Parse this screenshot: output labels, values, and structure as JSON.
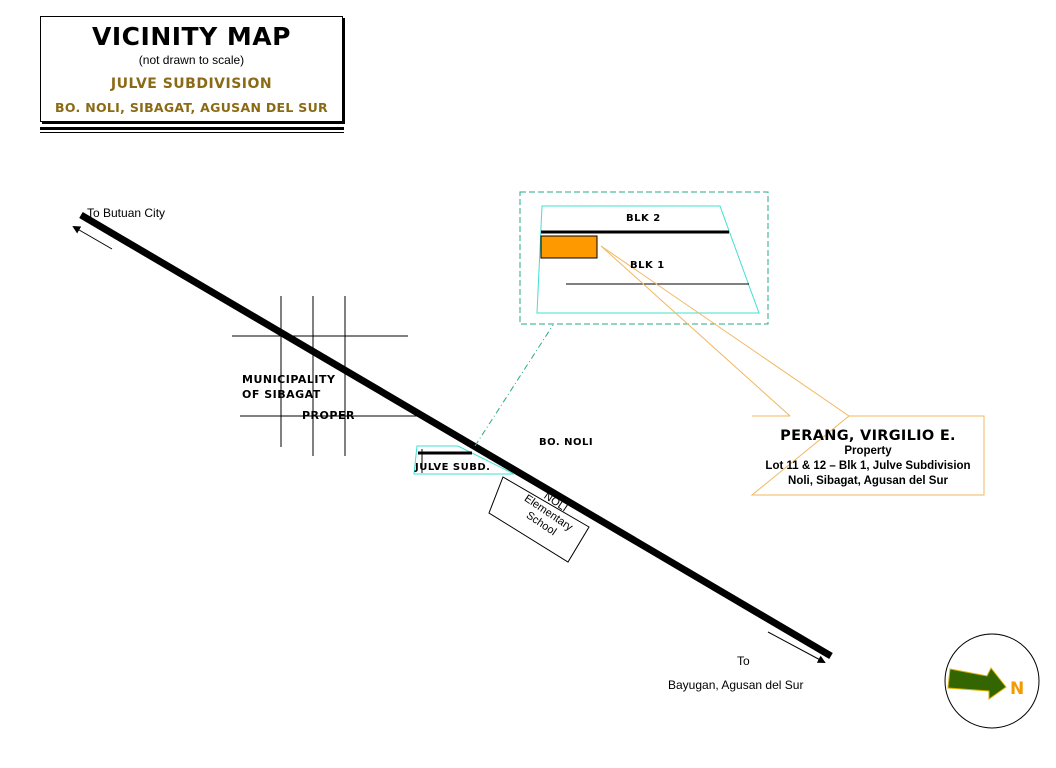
{
  "title_block": {
    "title": "VICINITY MAP",
    "subtitle": "(not drawn to scale)",
    "subdivision": "JULVE SUBDIVISION",
    "location": "BO. NOLI, SIBAGAT, AGUSAN DEL SUR"
  },
  "road": {
    "to_north_label": "To  Butuan City",
    "to_south_label_line1": "To",
    "to_south_label_line2": "Bayugan, Agusan del  Sur"
  },
  "places": {
    "municipality_line1": "MUNICIPALITY",
    "municipality_line2": "OF SIBAGAT",
    "municipality_line3": "PROPER",
    "barangay": "BO. NOLI",
    "subdivision_short": "JULVE SUBD.",
    "school_line1": "NOLI",
    "school_line2": "Elementary",
    "school_line3": "School"
  },
  "inset": {
    "block_2_label": "BLK 2",
    "block_1_label": "BLK 1"
  },
  "callout": {
    "owner_name": "PERANG, VIRGILIO E.",
    "line1": "Property",
    "line2": "Lot 11 & 12 – Blk 1, Julve Subdivision",
    "line3": "Noli, Sibagat, Agusan del Sur"
  },
  "north_arrow": {
    "label": "N"
  },
  "colors": {
    "road": "#000000",
    "subdivision_outline": "#40e0d0",
    "inset_dashed": "#2aa88a",
    "lot_highlight": "#ff9900",
    "callout_border": "#f0b860",
    "title_accent": "#8a6a14",
    "north_arrow_fill": "#336600",
    "north_label": "#f39a00"
  }
}
